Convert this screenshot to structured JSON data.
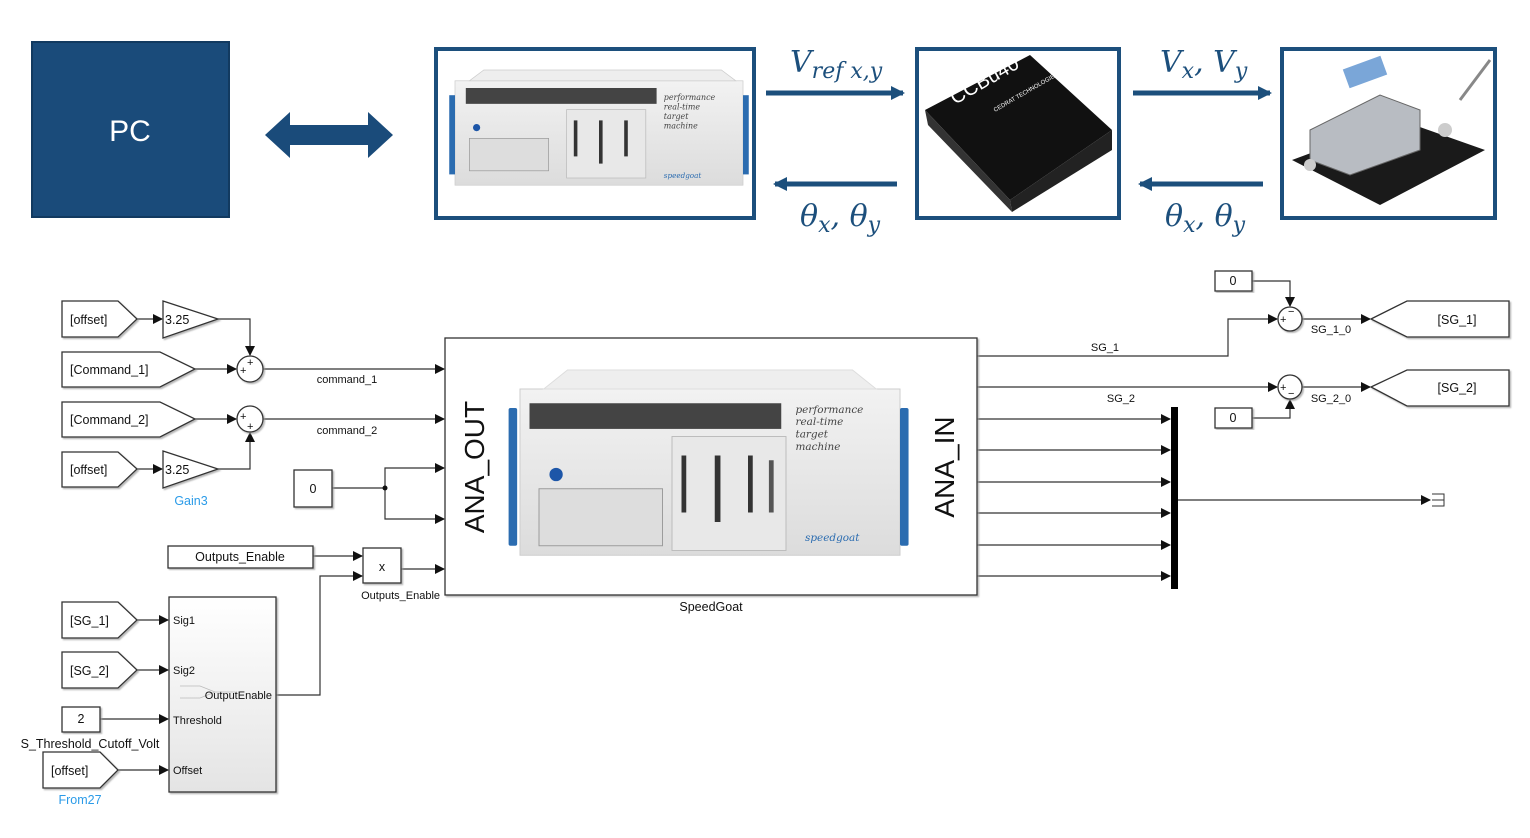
{
  "top": {
    "pc_label": "PC",
    "vref_label": "V",
    "vref_sub": "ref x,y",
    "theta_label": "θ",
    "theta_x_sub": "x",
    "theta_y_sub": "y",
    "v_label": "V",
    "v_x_sub": "x",
    "v_y_sub": "y",
    "speedgoat_tagline": [
      "performance",
      "real-time",
      "target",
      "machine"
    ],
    "speedgoat_brand": "speedgoat",
    "ccbu_brand": "CCBu40",
    "ccbu_maker": "CEDRAT TECHNOLOGIES",
    "accent_color": "#1c4f7c"
  },
  "diagram": {
    "offset_tag": "[offset]",
    "command1_tag": "[Command_1]",
    "command2_tag": "[Command_2]",
    "gain_value": "3.25",
    "gain3_name": "Gain3",
    "command1_signal": "command_1",
    "command2_signal": "command_2",
    "const_zero": "0",
    "outputs_enable_block": "Outputs_Enable",
    "product_symbol": "x",
    "outputs_enable_signal": "Outputs_Enable",
    "speedgoat_block": "SpeedGoat",
    "ana_out": "ANA_OUT",
    "ana_in": "ANA_IN",
    "sg1_signal": "SG_1",
    "sg2_signal": "SG_2",
    "sg1_0_signal": "SG_1_0",
    "sg2_0_signal": "SG_2_0",
    "sg1_goto": "[SG_1]",
    "sg2_goto": "[SG_2]",
    "sg1_from": "[SG_1]",
    "sg2_from": "[SG_2]",
    "threshold_value": "2",
    "threshold_name": "S_Threshold_Cutoff_Volt",
    "from27_name": "From27",
    "subsystem_ports": {
      "sig1": "Sig1",
      "sig2": "Sig2",
      "threshold": "Threshold",
      "offset": "Offset",
      "out": "OutputEnable"
    },
    "name_color": "#2b9be8"
  }
}
